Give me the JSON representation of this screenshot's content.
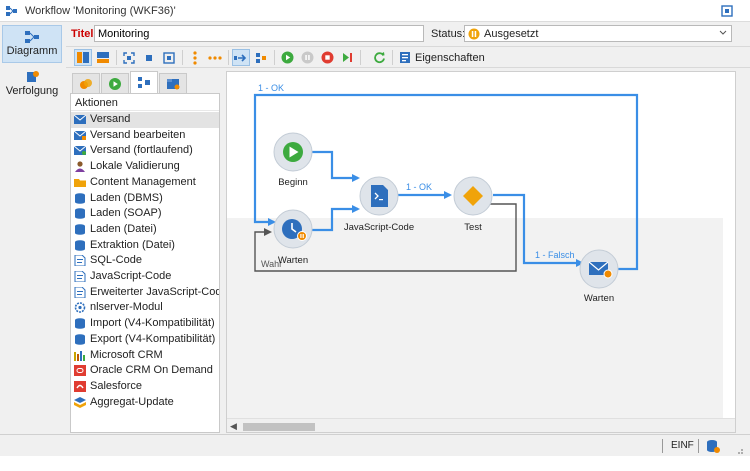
{
  "window": {
    "title": "Workflow 'Monitoring (WKF36)'"
  },
  "sidenav": [
    {
      "label": "Diagramm",
      "active": true
    },
    {
      "label": "Verfolgung",
      "active": false
    }
  ],
  "form": {
    "title_label": "Titel:",
    "title_value": "Monitoring",
    "status_label": "Status:",
    "status_value": "Ausgesetzt"
  },
  "toolbar": {
    "properties_label": "Eigenschaften"
  },
  "actions": {
    "header": "Aktionen",
    "items": [
      {
        "label": "Versand",
        "icon": "envelope-icon",
        "selected": true
      },
      {
        "label": "Versand bearbeiten",
        "icon": "envelope-edit-icon"
      },
      {
        "label": "Versand (fortlaufend)",
        "icon": "envelope-continuous-icon"
      },
      {
        "label": "Lokale Validierung",
        "icon": "user-icon"
      },
      {
        "label": "Content Management",
        "icon": "folder-icon"
      },
      {
        "label": "Laden (DBMS)",
        "icon": "database-icon"
      },
      {
        "label": "Laden (SOAP)",
        "icon": "database-icon"
      },
      {
        "label": "Laden (Datei)",
        "icon": "database-icon"
      },
      {
        "label": "Extraktion (Datei)",
        "icon": "database-icon"
      },
      {
        "label": "SQL-Code",
        "icon": "script-icon"
      },
      {
        "label": "JavaScript-Code",
        "icon": "script-icon"
      },
      {
        "label": "Erweiterter JavaScript-Code",
        "icon": "script-icon"
      },
      {
        "label": "nlserver-Modul",
        "icon": "gear-icon"
      },
      {
        "label": "Import (V4-Kompatibilität)",
        "icon": "database-icon"
      },
      {
        "label": "Export (V4-Kompatibilität)",
        "icon": "database-icon"
      },
      {
        "label": "Microsoft CRM",
        "icon": "microsoft-crm-icon"
      },
      {
        "label": "Oracle CRM On Demand",
        "icon": "oracle-icon"
      },
      {
        "label": "Salesforce",
        "icon": "salesforce-icon"
      },
      {
        "label": "Aggregat-Update",
        "icon": "aggregate-icon"
      }
    ]
  },
  "workflow": {
    "nodes": [
      {
        "id": "begin",
        "label": "Beginn",
        "type": "start"
      },
      {
        "id": "wait1",
        "label": "Warten",
        "type": "wait"
      },
      {
        "id": "js",
        "label": "JavaScript-Code",
        "type": "script"
      },
      {
        "id": "test",
        "label": "Test",
        "type": "test"
      },
      {
        "id": "wait2",
        "label": "Warten",
        "type": "delivery-wait"
      }
    ],
    "transitions": [
      {
        "label": "1 - OK"
      },
      {
        "label": "1 - OK"
      },
      {
        "label": "1 - Falsch"
      },
      {
        "label": "Wahr"
      }
    ]
  },
  "statusbar": {
    "mode": "EINF"
  },
  "colors": {
    "accent": "#3a8ee6",
    "node_fill": "#dfe4ea",
    "node_inner": "#2e6fbd",
    "start_green": "#3daa3f",
    "test_orange": "#f0a30a",
    "badge_orange": "#f08a00",
    "title_red": "#cc0000"
  }
}
